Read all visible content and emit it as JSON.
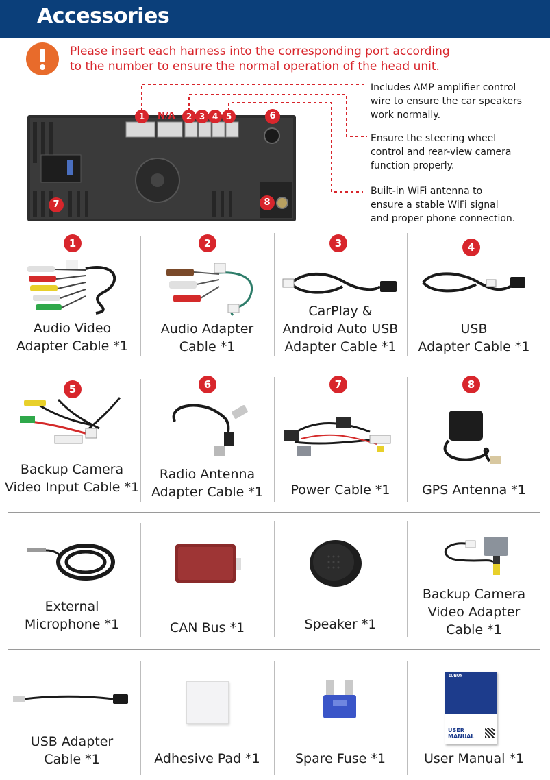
{
  "header": {
    "title": "Accessories"
  },
  "warning": {
    "icon": "exclamation-icon",
    "line1": "Please insert each harness into the corresponding port according",
    "line2": "to the number to ensure the normal operation of the head unit."
  },
  "diagram": {
    "port_labels": [
      "1",
      "N/A",
      "2",
      "3",
      "4",
      "5",
      "6",
      "7",
      "8"
    ],
    "callouts": [
      {
        "lines": [
          "Includes AMP amplifier control",
          "wire to ensure the car speakers",
          "work normally."
        ]
      },
      {
        "lines": [
          "Ensure the steering wheel",
          "control and rear-view camera",
          "function properly."
        ]
      },
      {
        "lines": [
          "Built-in WiFi antenna to",
          "ensure a stable WiFi signal",
          "and proper phone connection."
        ]
      }
    ]
  },
  "accessories": [
    {
      "number": "1",
      "lines": [
        "Audio Video",
        "Adapter Cable *1"
      ]
    },
    {
      "number": "2",
      "lines": [
        "Audio Adapter",
        "Cable *1"
      ]
    },
    {
      "number": "3",
      "lines": [
        "CarPlay &",
        "Android Auto USB",
        "Adapter Cable *1"
      ]
    },
    {
      "number": "4",
      "lines": [
        "USB",
        "Adapter Cable *1"
      ]
    },
    {
      "number": "5",
      "lines": [
        "Backup Camera",
        "Video Input Cable *1"
      ]
    },
    {
      "number": "6",
      "lines": [
        "Radio Antenna",
        "Adapter Cable *1"
      ]
    },
    {
      "number": "7",
      "lines": [
        "Power Cable *1"
      ]
    },
    {
      "number": "8",
      "lines": [
        "GPS Antenna *1"
      ]
    },
    {
      "number": "",
      "lines": [
        "External",
        "Microphone *1"
      ]
    },
    {
      "number": "",
      "lines": [
        "CAN Bus *1"
      ]
    },
    {
      "number": "",
      "lines": [
        "Speaker *1"
      ]
    },
    {
      "number": "",
      "lines": [
        "Backup Camera",
        "Video Adapter",
        "Cable *1"
      ]
    },
    {
      "number": "",
      "lines": [
        "USB Adapter",
        "Cable *1"
      ]
    },
    {
      "number": "",
      "lines": [
        "Adhesive Pad *1"
      ]
    },
    {
      "number": "",
      "lines": [
        "Spare Fuse *1"
      ]
    },
    {
      "number": "",
      "lines": [
        "User Manual *1"
      ]
    }
  ],
  "manual_cover": {
    "brand": "EONON",
    "title_line1": "USER",
    "title_line2": "MANUAL"
  },
  "colors": {
    "header_bg": "#0b3f7a",
    "accent_red": "#d8262c",
    "warning_orange": "#e86b2b"
  }
}
